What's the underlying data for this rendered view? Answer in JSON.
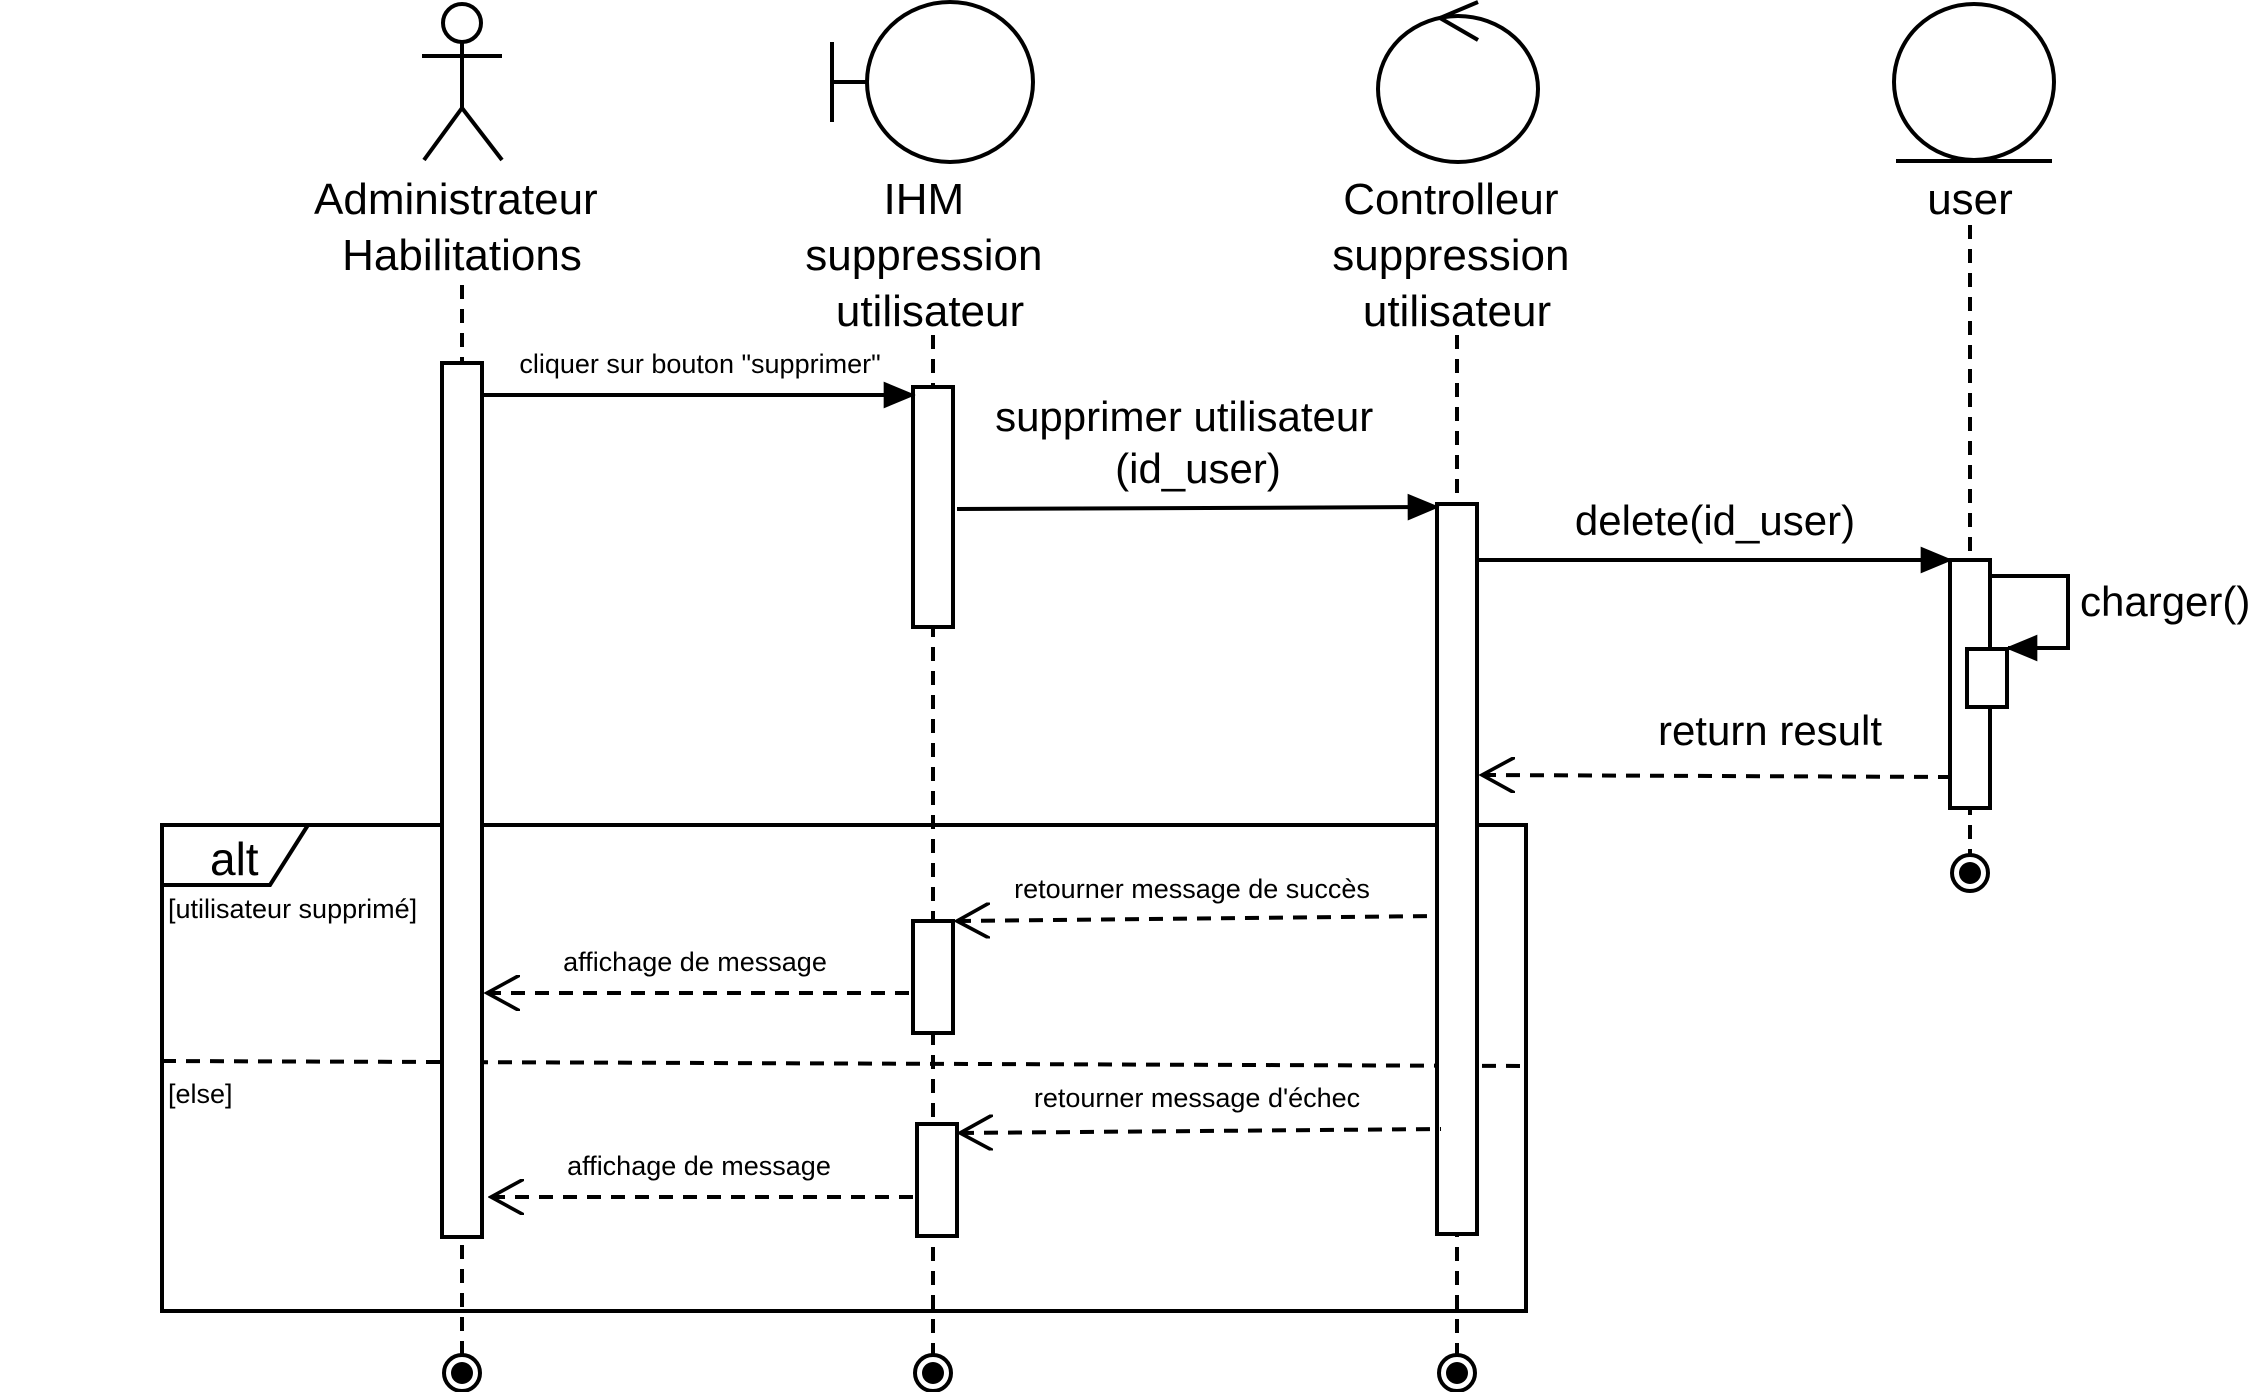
{
  "participants": [
    {
      "id": "admin",
      "kind": "actor",
      "label_lines": [
        "Administrateur",
        "Habilitations"
      ]
    },
    {
      "id": "ihm",
      "kind": "boundary",
      "label_lines": [
        "IHM",
        "suppression",
        "utilisateur"
      ]
    },
    {
      "id": "ctrl",
      "kind": "control",
      "label_lines": [
        "Controlleur",
        "suppression",
        "utilisateur"
      ]
    },
    {
      "id": "user",
      "kind": "entity",
      "label_lines": [
        "user"
      ]
    }
  ],
  "messages": [
    {
      "id": "m1",
      "text": "cliquer sur bouton \"supprimer\"",
      "type": "sync"
    },
    {
      "id": "m2",
      "text_lines": [
        "supprimer utilisateur",
        "(id_user)"
      ],
      "type": "sync"
    },
    {
      "id": "m3",
      "text": "delete(id_user)",
      "type": "sync"
    },
    {
      "id": "m4",
      "text": "charger()",
      "type": "self"
    },
    {
      "id": "m5",
      "text": "return result",
      "type": "return"
    },
    {
      "id": "m6",
      "text": "retourner message de succès",
      "type": "return"
    },
    {
      "id": "m7",
      "text": "affichage de message",
      "type": "return"
    },
    {
      "id": "m8",
      "text": "retourner message d'échec",
      "type": "return"
    },
    {
      "id": "m9",
      "text": "affichage de message",
      "type": "return"
    }
  ],
  "fragment": {
    "operator": "alt",
    "guards": [
      "[utilisateur supprimé]",
      "[else]"
    ]
  }
}
